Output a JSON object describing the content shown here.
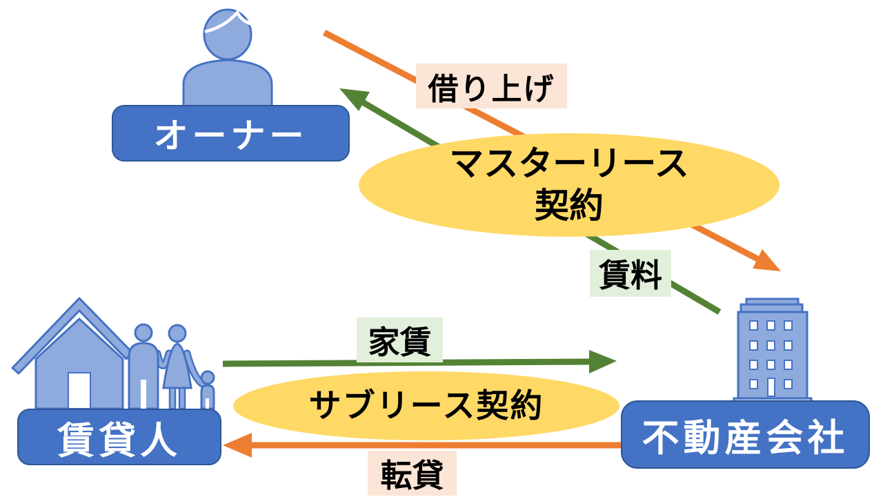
{
  "diagram": {
    "nodes": {
      "owner": {
        "label": "オーナー",
        "icon": "person-icon"
      },
      "tenant": {
        "label": "賃貸人",
        "icon": "house-family-icon"
      },
      "company": {
        "label": "不動産会社",
        "icon": "office-building-icon"
      }
    },
    "contracts": {
      "master_lease": {
        "line1": "マスターリース",
        "line2": "契約"
      },
      "sublease": {
        "label": "サブリース契約"
      }
    },
    "flows": {
      "kariage": {
        "label": "借り上げ",
        "direction": "owner-to-company",
        "color": "#ED7D31"
      },
      "chinryo": {
        "label": "賃料",
        "direction": "company-to-owner",
        "color": "#548235"
      },
      "yachin": {
        "label": "家賃",
        "direction": "tenant-to-company",
        "color": "#548235"
      },
      "tentai": {
        "label": "転貸",
        "direction": "company-to-tenant",
        "color": "#ED7D31"
      }
    },
    "colors": {
      "node_blue": "#4472C4",
      "node_border": "#2F5597",
      "icon_fill": "#8FAADC",
      "ellipse_yellow": "#FFD966",
      "arrow_orange": "#ED7D31",
      "arrow_green": "#548235",
      "label_bg_orange": "#FBE5D6",
      "label_bg_green": "#E2EFDA"
    }
  }
}
